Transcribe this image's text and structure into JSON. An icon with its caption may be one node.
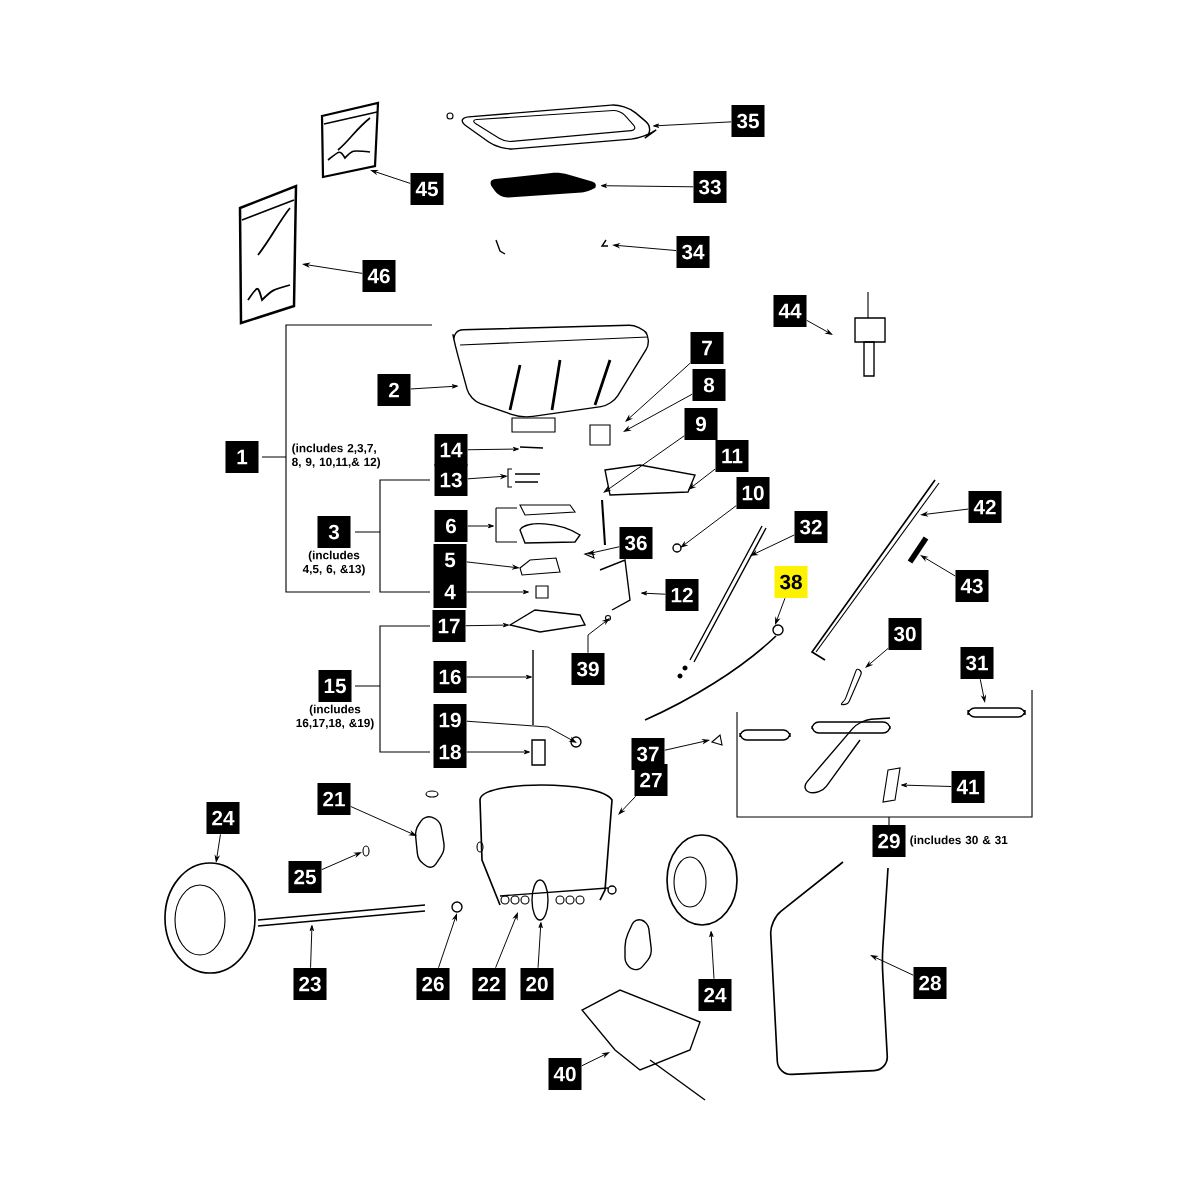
{
  "diagram": {
    "nodes": [
      {
        "text": [
          "35"
        ]
      },
      {
        "text": [
          "45"
        ]
      },
      {
        "text": [
          "33"
        ]
      },
      {
        "text": [
          "34"
        ]
      },
      {
        "text": [
          "46"
        ]
      },
      {
        "text": [
          "44"
        ]
      },
      {
        "text": [
          "7"
        ]
      },
      {
        "text": [
          "8"
        ]
      },
      {
        "text": [
          "2"
        ]
      },
      {
        "text": [
          "9"
        ]
      },
      {
        "text": [
          "14"
        ]
      },
      {
        "text": [
          "1"
        ],
        "beside": [
          "(includes 2,3,7, 8, 9, 10,11,& 12)"
        ]
      },
      {
        "text": [
          "11"
        ]
      },
      {
        "text": [
          "13"
        ]
      },
      {
        "text": [
          "10"
        ]
      },
      {
        "text": [
          "42"
        ]
      },
      {
        "text": [
          "6"
        ]
      },
      {
        "text": [
          "32"
        ]
      },
      {
        "text": [
          "3"
        ],
        "beside": [
          "(includes 4,5, 6, &13)"
        ]
      },
      {
        "text": [
          "36"
        ]
      },
      {
        "text": [
          "5"
        ]
      },
      {
        "text": [
          "38"
        ]
      },
      {
        "text": [
          "43"
        ]
      },
      {
        "text": [
          "4"
        ]
      },
      {
        "text": [
          "12"
        ]
      },
      {
        "text": [
          "17"
        ]
      },
      {
        "text": [
          "30"
        ]
      },
      {
        "text": [
          "31"
        ]
      },
      {
        "text": [
          "39"
        ]
      },
      {
        "text": [
          "16"
        ]
      },
      {
        "text": [
          "15"
        ],
        "beside": [
          "(includes 16,17,18, &19)"
        ]
      },
      {
        "text": [
          "19"
        ]
      },
      {
        "text": [
          "18"
        ]
      },
      {
        "text": [
          "37"
        ]
      },
      {
        "text": [
          "27"
        ]
      },
      {
        "text": [
          "41"
        ]
      },
      {
        "text": [
          "21"
        ]
      },
      {
        "text": [
          "24"
        ]
      },
      {
        "text": [
          "29"
        ],
        "beside": [
          "(includes 30 & 31"
        ]
      },
      {
        "text": [
          "25"
        ]
      },
      {
        "text": [
          "23"
        ]
      },
      {
        "text": [
          "26"
        ]
      },
      {
        "text": [
          "22"
        ]
      },
      {
        "text": [
          "20"
        ]
      },
      {
        "text": [
          "24"
        ]
      },
      {
        "text": [
          "28"
        ]
      },
      {
        "text": [
          "40"
        ]
      },
      {
        "text": [],
        "shape": "picture"
      }
    ],
    "edges": [
      {
        "from": 0,
        "to": null,
        "arrow": "to"
      },
      {
        "from": 1,
        "to": null,
        "arrow": "to"
      },
      {
        "from": 2,
        "to": 47,
        "arrow": "to"
      },
      {
        "from": 3,
        "to": null,
        "arrow": "to"
      },
      {
        "from": 4,
        "to": null,
        "arrow": "to"
      },
      {
        "from": 5,
        "to": null,
        "arrow": "to"
      },
      {
        "from": 6,
        "to": null,
        "arrow": "to"
      },
      {
        "from": 7,
        "to": null,
        "arrow": "to"
      },
      {
        "from": 8,
        "to": null,
        "arrow": "to"
      },
      {
        "from": 9,
        "to": null,
        "arrow": "to"
      },
      {
        "from": 10,
        "to": null,
        "arrow": "to"
      },
      {
        "from": 12,
        "to": null,
        "arrow": "to"
      },
      {
        "from": 13,
        "to": null,
        "arrow": "to"
      },
      {
        "from": 14,
        "to": null,
        "arrow": "to"
      },
      {
        "from": 15,
        "to": null,
        "arrow": "to"
      },
      {
        "from": 16,
        "to": null,
        "arrow": "to"
      },
      {
        "from": 17,
        "to": null,
        "arrow": "to"
      },
      {
        "from": 19,
        "to": null,
        "arrow": "to"
      },
      {
        "from": 20,
        "to": null,
        "arrow": "to"
      },
      {
        "from": 21,
        "to": null,
        "arrow": "to"
      },
      {
        "from": 22,
        "to": null,
        "arrow": "to"
      },
      {
        "from": 23,
        "to": null,
        "arrow": "to"
      },
      {
        "from": 24,
        "to": null,
        "arrow": "to"
      },
      {
        "from": 25,
        "to": null,
        "arrow": "to"
      },
      {
        "from": 26,
        "to": null,
        "arrow": "to"
      },
      {
        "from": 27,
        "to": null,
        "arrow": "to"
      },
      {
        "from": 28,
        "to": null,
        "arrow": "to"
      },
      {
        "from": 29,
        "to": null,
        "arrow": "to"
      },
      {
        "from": 31,
        "to": null,
        "arrow": "to"
      },
      {
        "from": 32,
        "to": null,
        "arrow": "to"
      },
      {
        "from": 33,
        "to": null,
        "arrow": "to"
      },
      {
        "from": 34,
        "to": null,
        "arrow": "to"
      },
      {
        "from": 35,
        "to": null,
        "arrow": "to"
      },
      {
        "from": 36,
        "to": null,
        "arrow": "to"
      },
      {
        "from": 37,
        "to": null,
        "arrow": "to"
      },
      {
        "from": 39,
        "to": null,
        "arrow": "to"
      },
      {
        "from": 40,
        "to": null,
        "arrow": "to"
      },
      {
        "from": 41,
        "to": null,
        "arrow": "to"
      },
      {
        "from": 42,
        "to": null,
        "arrow": "to"
      },
      {
        "from": 43,
        "to": null,
        "arrow": "to"
      },
      {
        "from": 44,
        "to": null,
        "arrow": "to"
      },
      {
        "from": 45,
        "to": null,
        "arrow": "to"
      },
      {
        "from": 46,
        "to": null,
        "arrow": "to"
      }
    ]
  }
}
